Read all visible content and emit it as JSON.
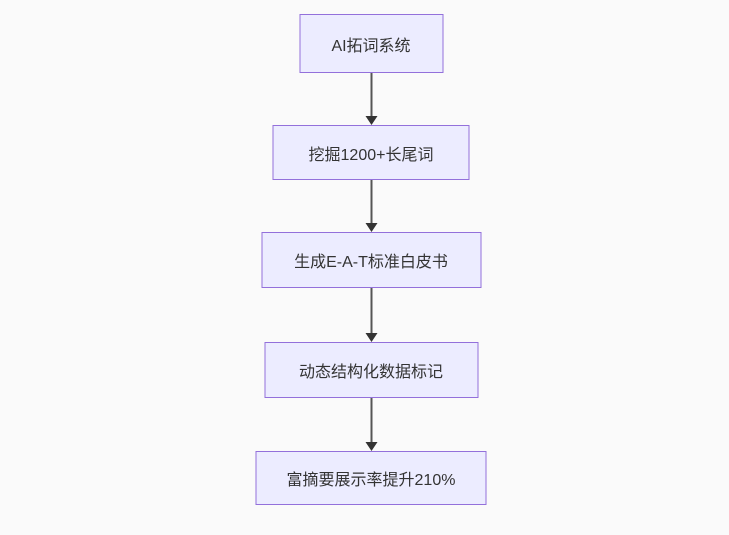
{
  "diagram": {
    "type": "flowchart",
    "direction": "top-to-bottom",
    "nodes": [
      {
        "id": "node-1",
        "label": "AI拓词系统"
      },
      {
        "id": "node-2",
        "label": "挖掘1200+长尾词"
      },
      {
        "id": "node-3",
        "label": "生成E-A-T标准白皮书"
      },
      {
        "id": "node-4",
        "label": "动态结构化数据标记"
      },
      {
        "id": "node-5",
        "label": "富摘要展示率提升210%"
      }
    ],
    "edges": [
      {
        "from": "node-1",
        "to": "node-2"
      },
      {
        "from": "node-2",
        "to": "node-3"
      },
      {
        "from": "node-3",
        "to": "node-4"
      },
      {
        "from": "node-4",
        "to": "node-5"
      }
    ],
    "colors": {
      "node_fill": "#ececff",
      "node_border": "#9370db",
      "node_text": "#333333",
      "edge_line": "#555555",
      "edge_arrowhead": "#333333",
      "background": "#fafafa"
    }
  }
}
